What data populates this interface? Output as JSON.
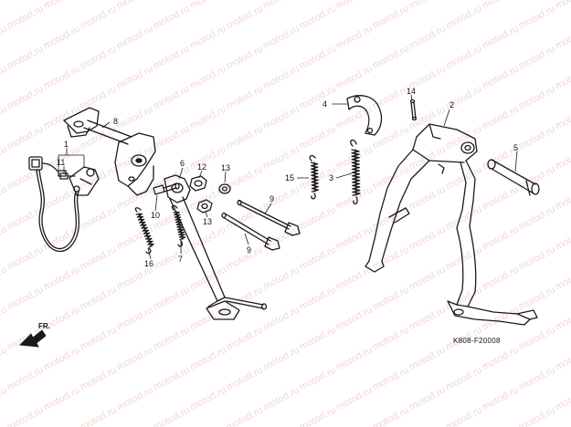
{
  "watermark": "motod.ru",
  "diagram_code": "K808-F20008",
  "direction_label": "FR.",
  "callouts": [
    "1",
    "2",
    "3",
    "4",
    "5",
    "6",
    "7",
    "8",
    "9",
    "10",
    "11",
    "12",
    "13",
    "14",
    "15",
    "16"
  ]
}
